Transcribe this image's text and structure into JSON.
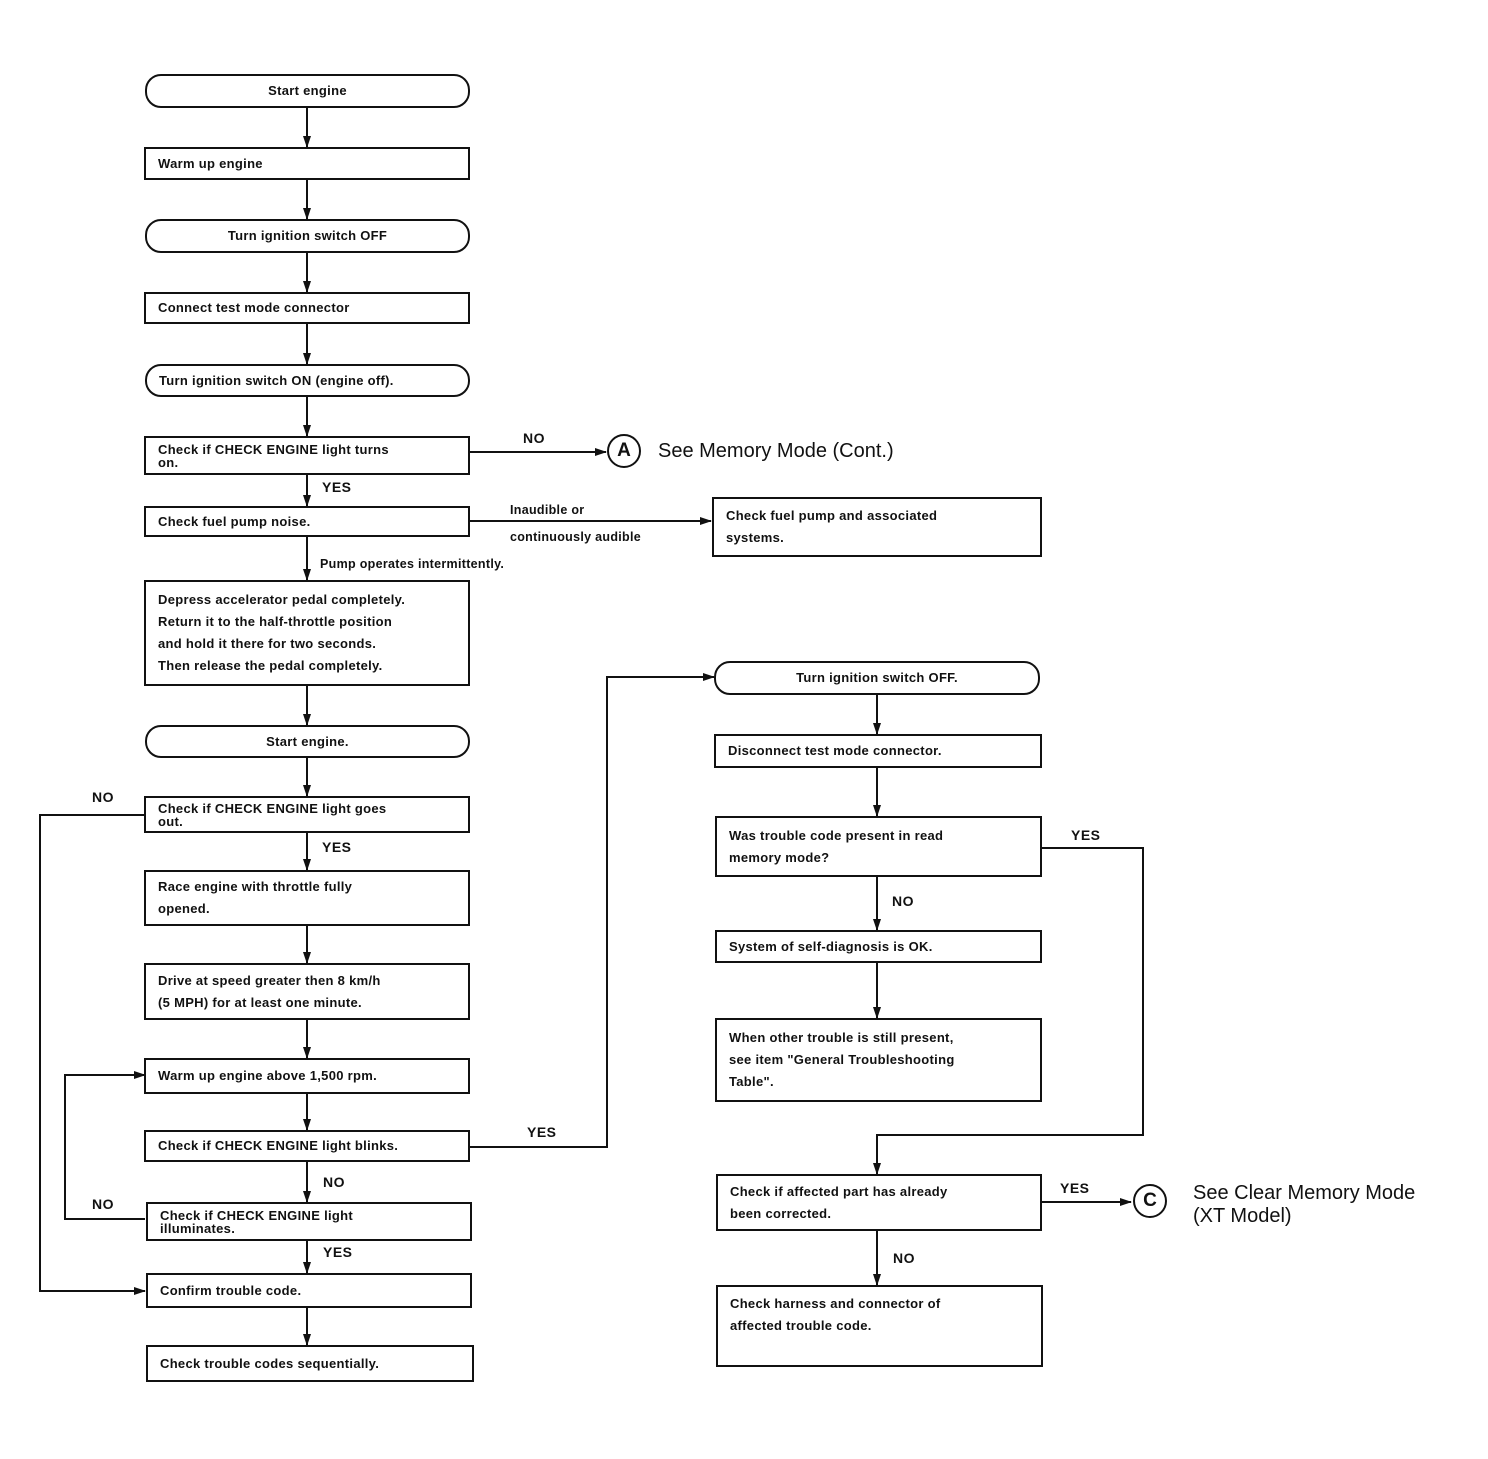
{
  "flowchart": {
    "steps": {
      "start_engine_1": "Start engine",
      "warm_up_engine": "Warm up engine",
      "ignition_off_1": "Turn ignition switch OFF",
      "connect_test_mode": "Connect test mode connector",
      "ignition_on": "Turn ignition switch ON (engine off).",
      "check_light_on_l1": "Check if CHECK ENGINE light turns",
      "check_light_on_l2": "on.",
      "check_fuel_pump": "Check fuel pump noise.",
      "check_pump_systems_l1": "Check fuel pump and associated",
      "check_pump_systems_l2": "systems.",
      "depress_pedal_l1": "Depress accelerator pedal completely.",
      "depress_pedal_l2": "Return it to the half-throttle position",
      "depress_pedal_l3": "and hold it there for two seconds.",
      "depress_pedal_l4": "Then release the pedal completely.",
      "start_engine_2": "Start engine.",
      "check_light_out_l1": "Check if CHECK ENGINE light goes",
      "check_light_out_l2": "out.",
      "race_engine_l1": "Race engine with throttle fully",
      "race_engine_l2": "opened.",
      "drive_l1": "Drive at speed greater then 8 km/h",
      "drive_l2": "(5 MPH) for at least one minute.",
      "warm_up_1500": "Warm up engine above 1,500 rpm.",
      "check_blinks": "Check if CHECK ENGINE light blinks.",
      "check_illuminates_l1": "Check if CHECK ENGINE light",
      "check_illuminates_l2": "illuminates.",
      "confirm_code": "Confirm trouble code.",
      "check_sequential": "Check trouble codes sequentially.",
      "ignition_off_2": "Turn ignition switch OFF.",
      "disconnect_test_mode": "Disconnect test mode connector.",
      "was_code_present_l1": "Was trouble code present in read",
      "was_code_present_l2": "memory mode?",
      "self_diag_ok": "System of self-diagnosis is OK.",
      "other_trouble_l1": "When other trouble is still present,",
      "other_trouble_l2": "see item \"General Troubleshooting",
      "other_trouble_l3": "Table\".",
      "check_corrected_l1": "Check if affected part has already",
      "check_corrected_l2": "been corrected.",
      "check_harness_l1": "Check harness and connector of",
      "check_harness_l2": "affected trouble code."
    },
    "edge_labels": {
      "no_light_on": "NO",
      "yes_light_on": "YES",
      "pump_inaudible_l1": "Inaudible or",
      "pump_inaudible_l2": "continuously audible",
      "pump_intermittent": "Pump operates intermittently.",
      "no_light_out": "NO",
      "yes_light_out": "YES",
      "yes_blinks": "YES",
      "no_blinks": "NO",
      "no_illuminates": "NO",
      "yes_illuminates": "YES",
      "yes_code_present": "YES",
      "no_code_present": "NO",
      "yes_corrected": "YES",
      "no_corrected": "NO"
    },
    "connectors": {
      "a": {
        "letter": "A",
        "reference": "See Memory Mode (Cont.)"
      },
      "c": {
        "letter": "C",
        "reference_l1": "See Clear Memory Mode",
        "reference_l2": "(XT Model)"
      }
    }
  }
}
